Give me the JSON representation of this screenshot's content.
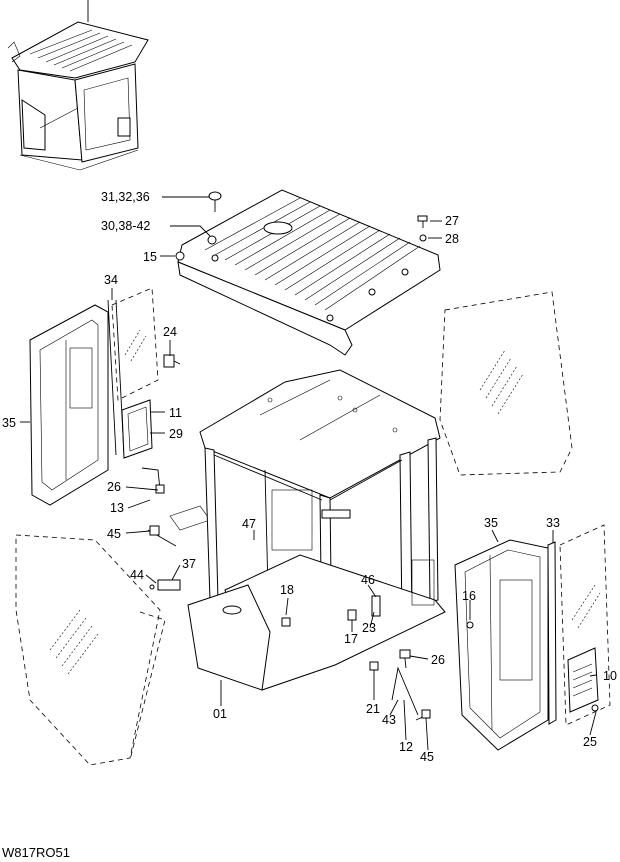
{
  "diagram_code": "W817RO51",
  "callouts": {
    "c1": "31,32,36",
    "c2": "30,38-42",
    "c3": "15",
    "c4": "27",
    "c5": "28",
    "c6": "34",
    "c7": "24",
    "c8": "35",
    "c9": "11",
    "c10": "29",
    "c11": "26",
    "c12": "13",
    "c13": "45",
    "c14": "47",
    "c15": "44",
    "c16": "37",
    "c17": "18",
    "c18": "46",
    "c19": "17",
    "c20": "23",
    "c21": "16",
    "c22": "35",
    "c23": "33",
    "c24": "26",
    "c25": "10",
    "c26": "01",
    "c27": "21",
    "c28": "43",
    "c29": "12",
    "c30": "45",
    "c31": "25"
  }
}
